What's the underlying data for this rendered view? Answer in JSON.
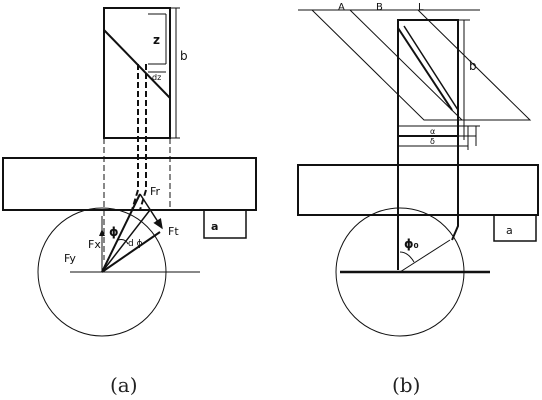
{
  "panel_a": {
    "caption": "(a)",
    "labels": {
      "z": "z",
      "b": "b",
      "dz": "dz",
      "Fr": "Fr",
      "Ft": "Ft",
      "Fx": "Fx",
      "Fy": "Fy",
      "phi": "ϕ",
      "dphi": "d ϕ",
      "a": "a"
    }
  },
  "panel_b": {
    "caption": "(b)",
    "labels": {
      "A": "A",
      "B": "B",
      "L": "L",
      "b": "b",
      "alpha": "α",
      "delta": "δ",
      "phi0": "ϕ₀",
      "a": "a"
    }
  }
}
